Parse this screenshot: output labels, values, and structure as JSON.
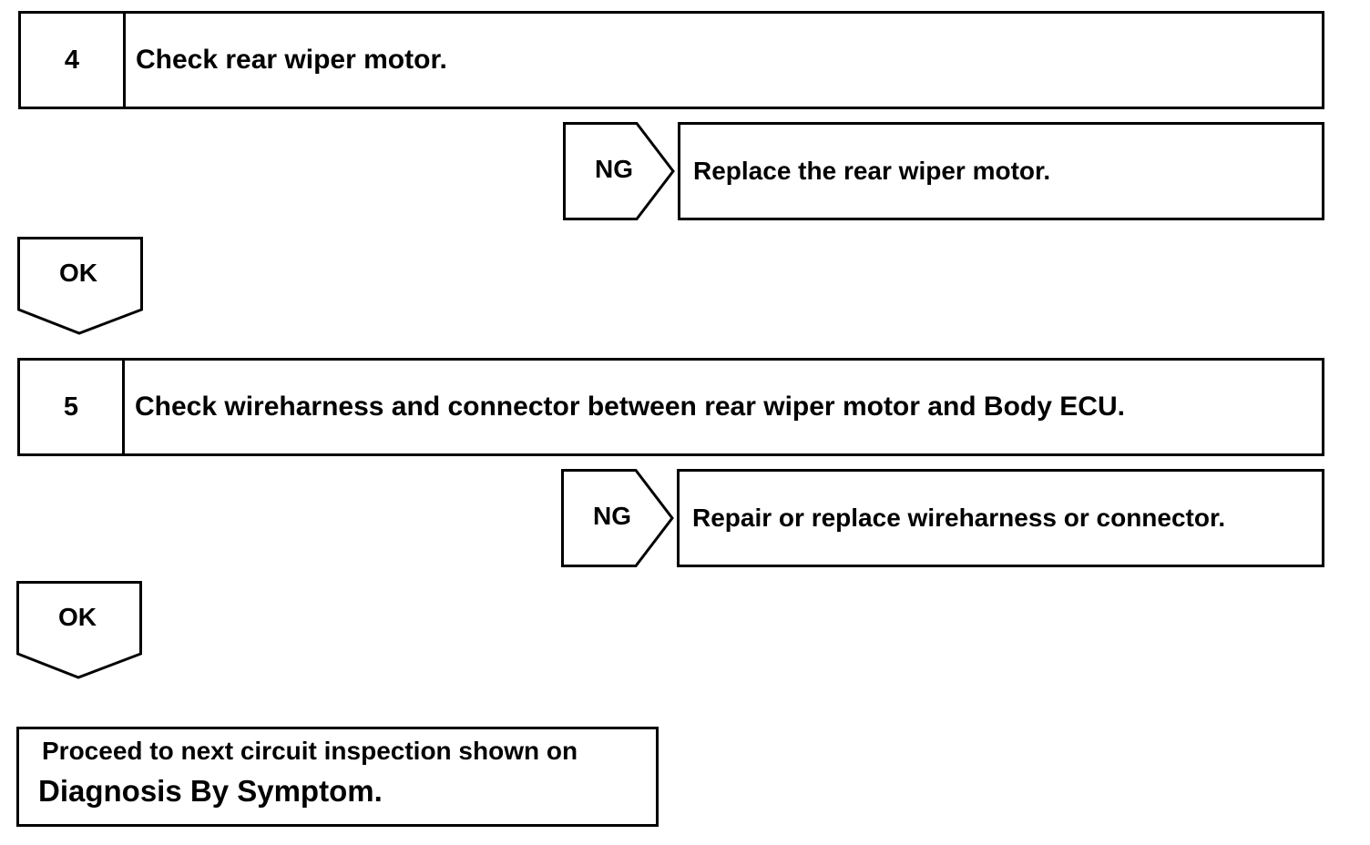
{
  "steps": [
    {
      "number": "4",
      "text": "Check rear wiper motor.",
      "ng_label": "NG",
      "ng_action": "Replace the rear wiper motor.",
      "ok_label": "OK"
    },
    {
      "number": "5",
      "text": "Check wireharness and connector between rear wiper motor and Body ECU.",
      "ng_label": "NG",
      "ng_action": "Repair or replace wireharness or connector.",
      "ok_label": "OK"
    }
  ],
  "final": {
    "line1": "Proceed to next circuit inspection shown on",
    "line2": "Diagnosis By Symptom."
  }
}
